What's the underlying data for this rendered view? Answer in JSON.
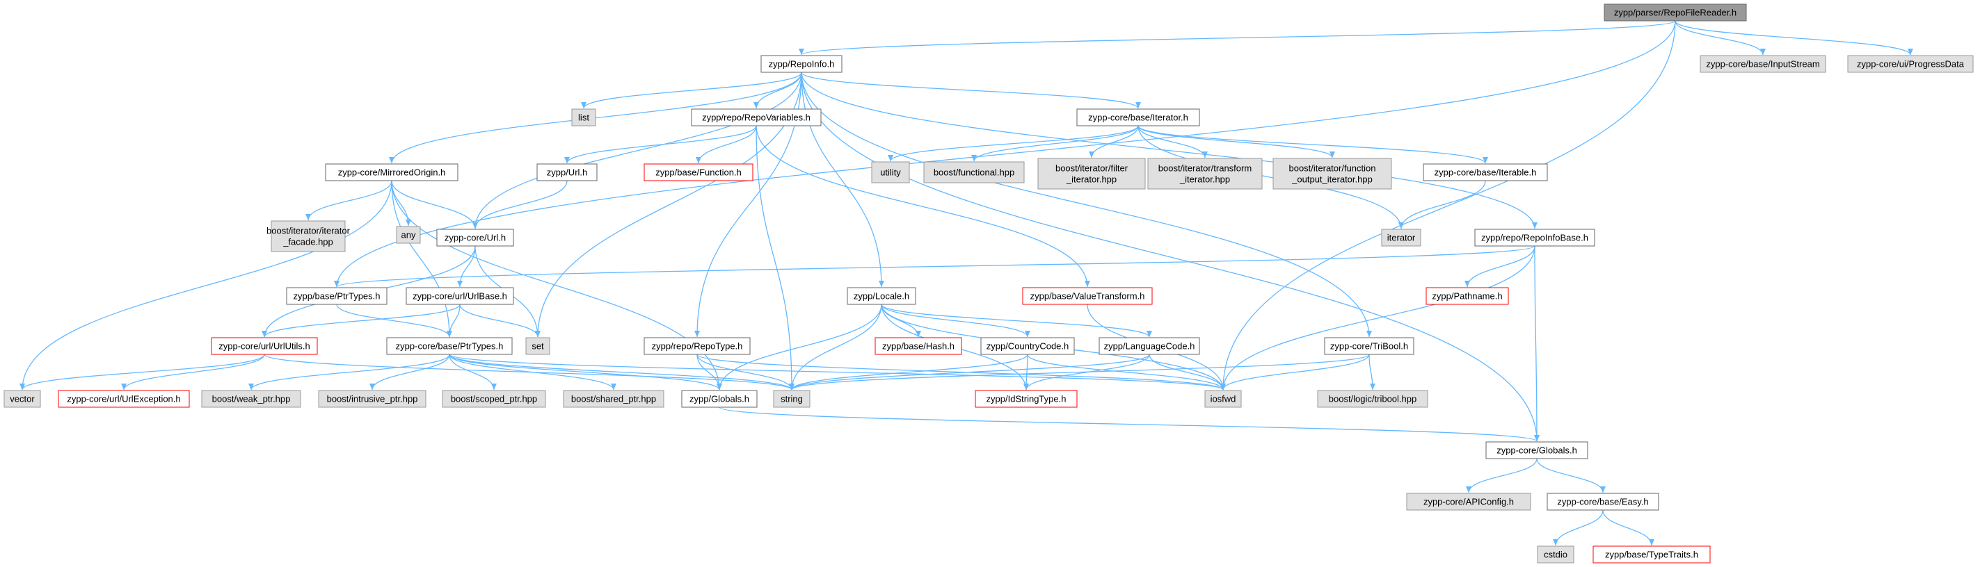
{
  "colors": {
    "root_fill": "#999999",
    "root_border": "#666666",
    "local_fill": "#ffffff",
    "local_border": "#666666",
    "system_fill": "#e0e0e0",
    "system_border": "#999999",
    "incomplete_fill": "#ffffff",
    "incomplete_border": "#ff0000",
    "edge": "#63b8ff"
  },
  "nodes": [
    {
      "id": "repofilereader",
      "label": [
        "zypp/parser/RepoFileReader.h"
      ],
      "kind": "root"
    },
    {
      "id": "repoinfo",
      "label": [
        "zypp/RepoInfo.h"
      ],
      "kind": "local"
    },
    {
      "id": "inputstream",
      "label": [
        "zypp-core/base/InputStream"
      ],
      "kind": "system"
    },
    {
      "id": "progressdata",
      "label": [
        "zypp-core/ui/ProgressData"
      ],
      "kind": "system"
    },
    {
      "id": "list",
      "label": [
        "list"
      ],
      "kind": "system"
    },
    {
      "id": "repovariables",
      "label": [
        "zypp/repo/RepoVariables.h"
      ],
      "kind": "local"
    },
    {
      "id": "iteratorh",
      "label": [
        "zypp-core/base/Iterator.h"
      ],
      "kind": "local"
    },
    {
      "id": "mirroredorigin",
      "label": [
        "zypp-core/MirroredOrigin.h"
      ],
      "kind": "local"
    },
    {
      "id": "zyppurl",
      "label": [
        "zypp/Url.h"
      ],
      "kind": "local"
    },
    {
      "id": "basefunction",
      "label": [
        "zypp/base/Function.h"
      ],
      "kind": "incomplete"
    },
    {
      "id": "utility",
      "label": [
        "utility"
      ],
      "kind": "system"
    },
    {
      "id": "boostfunctional",
      "label": [
        "boost/functional.hpp"
      ],
      "kind": "system"
    },
    {
      "id": "boostfilter",
      "label": [
        "boost/iterator/filter",
        "_iterator.hpp"
      ],
      "kind": "system"
    },
    {
      "id": "boosttransform",
      "label": [
        "boost/iterator/transform",
        "_iterator.hpp"
      ],
      "kind": "system"
    },
    {
      "id": "boostfuncout",
      "label": [
        "boost/iterator/function",
        "_output_iterator.hpp"
      ],
      "kind": "system"
    },
    {
      "id": "iterable",
      "label": [
        "zypp-core/base/Iterable.h"
      ],
      "kind": "local"
    },
    {
      "id": "boostfacade",
      "label": [
        "boost/iterator/iterator",
        "_facade.hpp"
      ],
      "kind": "system"
    },
    {
      "id": "any",
      "label": [
        "any"
      ],
      "kind": "system"
    },
    {
      "id": "coreurl",
      "label": [
        "zypp-core/Url.h"
      ],
      "kind": "local"
    },
    {
      "id": "iterator",
      "label": [
        "iterator"
      ],
      "kind": "system"
    },
    {
      "id": "repoinfobase",
      "label": [
        "zypp/repo/RepoInfoBase.h"
      ],
      "kind": "local"
    },
    {
      "id": "baseptrtypes",
      "label": [
        "zypp/base/PtrTypes.h"
      ],
      "kind": "local"
    },
    {
      "id": "urlbase",
      "label": [
        "zypp-core/url/UrlBase.h"
      ],
      "kind": "local"
    },
    {
      "id": "locale",
      "label": [
        "zypp/Locale.h"
      ],
      "kind": "local"
    },
    {
      "id": "valuetransform",
      "label": [
        "zypp/base/ValueTransform.h"
      ],
      "kind": "incomplete"
    },
    {
      "id": "pathname",
      "label": [
        "zypp/Pathname.h"
      ],
      "kind": "incomplete"
    },
    {
      "id": "urlutils",
      "label": [
        "zypp-core/url/UrlUtils.h"
      ],
      "kind": "incomplete"
    },
    {
      "id": "coreptrtypes",
      "label": [
        "zypp-core/base/PtrTypes.h"
      ],
      "kind": "local"
    },
    {
      "id": "set",
      "label": [
        "set"
      ],
      "kind": "system"
    },
    {
      "id": "repotype",
      "label": [
        "zypp/repo/RepoType.h"
      ],
      "kind": "local"
    },
    {
      "id": "hash",
      "label": [
        "zypp/base/Hash.h"
      ],
      "kind": "incomplete"
    },
    {
      "id": "countrycode",
      "label": [
        "zypp/CountryCode.h"
      ],
      "kind": "local"
    },
    {
      "id": "languagecode",
      "label": [
        "zypp/LanguageCode.h"
      ],
      "kind": "local"
    },
    {
      "id": "tribool",
      "label": [
        "zypp-core/TriBool.h"
      ],
      "kind": "local"
    },
    {
      "id": "vector",
      "label": [
        "vector"
      ],
      "kind": "system"
    },
    {
      "id": "urlexception",
      "label": [
        "zypp-core/url/UrlException.h"
      ],
      "kind": "incomplete"
    },
    {
      "id": "weakptr",
      "label": [
        "boost/weak_ptr.hpp"
      ],
      "kind": "system"
    },
    {
      "id": "intrusiveptr",
      "label": [
        "boost/intrusive_ptr.hpp"
      ],
      "kind": "system"
    },
    {
      "id": "scopedptr",
      "label": [
        "boost/scoped_ptr.hpp"
      ],
      "kind": "system"
    },
    {
      "id": "sharedptr",
      "label": [
        "boost/shared_ptr.hpp"
      ],
      "kind": "system"
    },
    {
      "id": "zyppglobals",
      "label": [
        "zypp/Globals.h"
      ],
      "kind": "local"
    },
    {
      "id": "string",
      "label": [
        "string"
      ],
      "kind": "system"
    },
    {
      "id": "idstringtype",
      "label": [
        "zypp/IdStringType.h"
      ],
      "kind": "incomplete"
    },
    {
      "id": "iosfwd",
      "label": [
        "iosfwd"
      ],
      "kind": "system"
    },
    {
      "id": "boosttribool",
      "label": [
        "boost/logic/tribool.hpp"
      ],
      "kind": "system"
    },
    {
      "id": "coreglobals",
      "label": [
        "zypp-core/Globals.h"
      ],
      "kind": "local"
    },
    {
      "id": "apiconfig",
      "label": [
        "zypp-core/APIConfig.h"
      ],
      "kind": "system"
    },
    {
      "id": "easy",
      "label": [
        "zypp-core/base/Easy.h"
      ],
      "kind": "local"
    },
    {
      "id": "cstdio",
      "label": [
        "cstdio"
      ],
      "kind": "system"
    },
    {
      "id": "typetraits",
      "label": [
        "zypp/base/TypeTraits.h"
      ],
      "kind": "incomplete"
    }
  ],
  "edges": [
    [
      "repofilereader",
      "repoinfo"
    ],
    [
      "repofilereader",
      "inputstream"
    ],
    [
      "repofilereader",
      "progressdata"
    ],
    [
      "repofilereader",
      "baseptrtypes"
    ],
    [
      "repofilereader",
      "iosfwd"
    ],
    [
      "repoinfo",
      "list"
    ],
    [
      "repoinfo",
      "repovariables"
    ],
    [
      "repoinfo",
      "iteratorh"
    ],
    [
      "repoinfo",
      "mirroredorigin"
    ],
    [
      "repoinfo",
      "coreurl"
    ],
    [
      "repoinfo",
      "set"
    ],
    [
      "repoinfo",
      "locale"
    ],
    [
      "repoinfo",
      "repotype"
    ],
    [
      "repoinfo",
      "repoinfobase"
    ],
    [
      "repoinfo",
      "tribool"
    ],
    [
      "repoinfo",
      "coreglobals"
    ],
    [
      "repovariables",
      "zyppurl"
    ],
    [
      "repovariables",
      "basefunction"
    ],
    [
      "repovariables",
      "valuetransform"
    ],
    [
      "repovariables",
      "string"
    ],
    [
      "iteratorh",
      "utility"
    ],
    [
      "iteratorh",
      "boostfunctional"
    ],
    [
      "iteratorh",
      "boostfilter"
    ],
    [
      "iteratorh",
      "boosttransform"
    ],
    [
      "iteratorh",
      "boostfuncout"
    ],
    [
      "iteratorh",
      "iterable"
    ],
    [
      "iteratorh",
      "iterator"
    ],
    [
      "iterable",
      "iterator"
    ],
    [
      "mirroredorigin",
      "boostfacade"
    ],
    [
      "mirroredorigin",
      "any"
    ],
    [
      "mirroredorigin",
      "coreurl"
    ],
    [
      "mirroredorigin",
      "coreptrtypes"
    ],
    [
      "mirroredorigin",
      "vector"
    ],
    [
      "mirroredorigin",
      "zyppglobals"
    ],
    [
      "zyppurl",
      "coreurl"
    ],
    [
      "coreurl",
      "urlbase"
    ],
    [
      "coreurl",
      "urlutils"
    ],
    [
      "coreurl",
      "set"
    ],
    [
      "urlbase",
      "coreptrtypes"
    ],
    [
      "urlbase",
      "urlutils"
    ],
    [
      "urlbase",
      "set"
    ],
    [
      "baseptrtypes",
      "coreptrtypes"
    ],
    [
      "urlutils",
      "vector"
    ],
    [
      "urlutils",
      "urlexception"
    ],
    [
      "urlutils",
      "string"
    ],
    [
      "coreptrtypes",
      "weakptr"
    ],
    [
      "coreptrtypes",
      "intrusiveptr"
    ],
    [
      "coreptrtypes",
      "scopedptr"
    ],
    [
      "coreptrtypes",
      "sharedptr"
    ],
    [
      "coreptrtypes",
      "zyppglobals"
    ],
    [
      "coreptrtypes",
      "string"
    ],
    [
      "coreptrtypes",
      "iosfwd"
    ],
    [
      "repoinfobase",
      "baseptrtypes"
    ],
    [
      "repoinfobase",
      "pathname"
    ],
    [
      "repoinfobase",
      "iosfwd"
    ],
    [
      "repoinfobase",
      "coreglobals"
    ],
    [
      "locale",
      "hash"
    ],
    [
      "locale",
      "countrycode"
    ],
    [
      "locale",
      "languagecode"
    ],
    [
      "locale",
      "idstringtype"
    ],
    [
      "locale",
      "string"
    ],
    [
      "locale",
      "zyppglobals"
    ],
    [
      "locale",
      "iosfwd"
    ],
    [
      "repotype",
      "zyppglobals"
    ],
    [
      "repotype",
      "string"
    ],
    [
      "repotype",
      "iosfwd"
    ],
    [
      "countrycode",
      "idstringtype"
    ],
    [
      "countrycode",
      "string"
    ],
    [
      "countrycode",
      "iosfwd"
    ],
    [
      "languagecode",
      "idstringtype"
    ],
    [
      "languagecode",
      "string"
    ],
    [
      "languagecode",
      "iosfwd"
    ],
    [
      "valuetransform",
      "iosfwd"
    ],
    [
      "tribool",
      "boosttribool"
    ],
    [
      "tribool",
      "iosfwd"
    ],
    [
      "tribool",
      "string"
    ],
    [
      "zyppglobals",
      "coreglobals"
    ],
    [
      "coreglobals",
      "apiconfig"
    ],
    [
      "coreglobals",
      "easy"
    ],
    [
      "easy",
      "cstdio"
    ],
    [
      "easy",
      "typetraits"
    ]
  ]
}
